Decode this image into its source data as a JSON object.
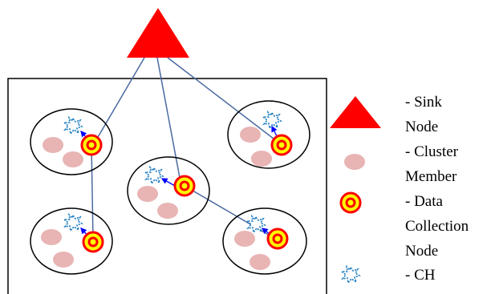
{
  "diagram": {
    "colors": {
      "sink": "#ff0000",
      "member": "#e8b4b4",
      "dcn_outer": "#ff0000",
      "dcn_fill": "#ffff00",
      "ch_stroke": "#1f7fc2",
      "link": "#4a6aa0",
      "arrow": "#0000ff",
      "frame": "#000000"
    },
    "icons": {
      "sink": "triangle-icon",
      "member": "ellipse-icon",
      "dcn": "target-ring-icon",
      "ch": "starburst-icon"
    }
  },
  "legend": {
    "sink_line1": "- Sink",
    "sink_line2": "Node",
    "member_line1": "- Cluster",
    "member_line2": "Member",
    "dcn_line1": "- Data",
    "dcn_line2": "Collection",
    "dcn_line3": "Node",
    "ch_line1": "- CH"
  }
}
